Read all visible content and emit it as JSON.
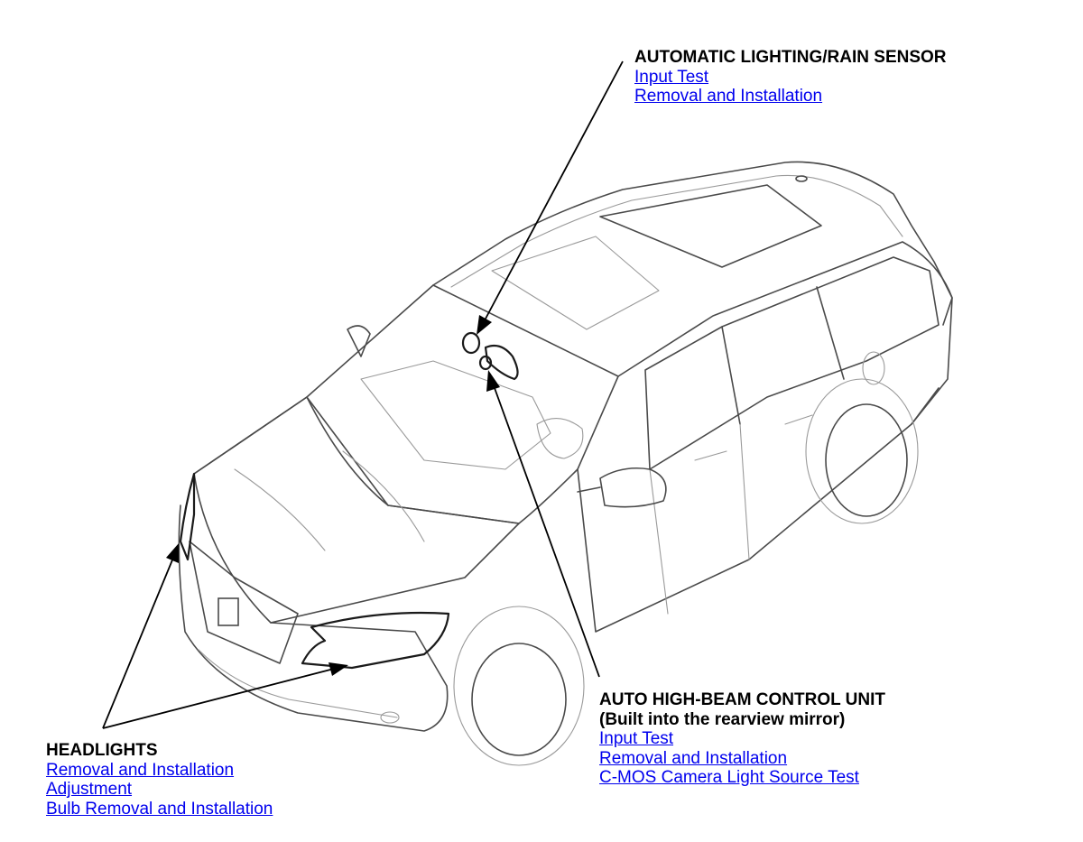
{
  "callouts": {
    "sensor": {
      "title": "AUTOMATIC LIGHTING/RAIN SENSOR",
      "links": [
        "Input Test",
        "Removal and Installation"
      ]
    },
    "highbeam": {
      "title_line1": "AUTO HIGH-BEAM CONTROL UNIT",
      "title_line2": "(Built into the rearview mirror)",
      "links": [
        "Input Test",
        "Removal and Installation",
        "C-MOS Camera Light Source Test"
      ]
    },
    "headlights": {
      "title": "HEADLIGHTS",
      "links": [
        "Removal and Installation",
        "Adjustment",
        "Bulb Removal and Installation"
      ]
    }
  },
  "colors": {
    "link": "#0000ee",
    "text": "#000000",
    "line_art": "#4a4a4a"
  }
}
